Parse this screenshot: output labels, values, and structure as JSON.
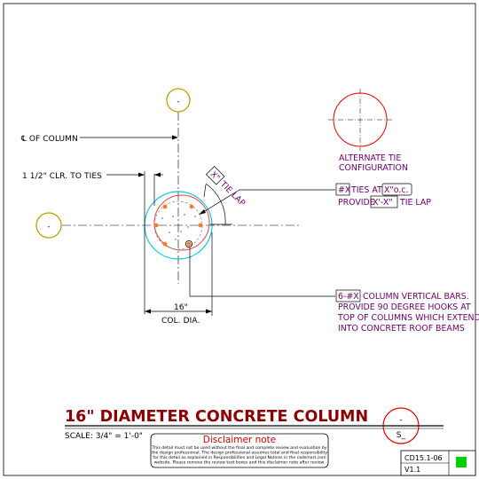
{
  "labels": {
    "centerline": "℄ OF COLUMN",
    "clearance": "1 1/2\" CLR. TO TIES",
    "tie_lap_tag": "X\"",
    "tie_lap_text": "TIE LAP",
    "ties_tag": "#X",
    "ties_at": "TIES AT",
    "spacing_tag": "X\"o.c.",
    "provide": "PROVIDE",
    "lap_tag": "X'-X\"",
    "tie_lap_word": "TIE LAP",
    "alt_tie_1": "ALTERNATE TIE",
    "alt_tie_2": "CONFIGURATION",
    "bars_tag": "6-#X",
    "bars_1": "COLUMN VERTICAL BARS.",
    "bars_2": "PROVIDE 90 DEGREE HOOKS AT",
    "bars_3": "TOP OF COLUMNS WHICH EXTEND",
    "bars_4": "INTO CONCRETE ROOF BEAMS",
    "dia_value": "16\"",
    "dia_label": "COL. DIA.",
    "grid_top": "-",
    "grid_left": "-"
  },
  "title_block": {
    "title": "16\" DIAMETER CONCRETE COLUMN",
    "scale": "SCALE: 3/4\" = 1'-0\"",
    "section_top": "-",
    "section_bottom": "S_",
    "disclaimer_title": "Disclaimer note",
    "disclaimer_lines": [
      "This detail must not be used without the final and complete review and evaluation by",
      "the design professional. The design professional assumes total and final responsibility",
      "for this detail as explained in Responsibilities and Legal Notices in the cadsmart.com",
      "website. Please remove the review text boxes and this disclaimer note after review."
    ],
    "detail_number": "CD15.1-06",
    "version": "V1.1"
  },
  "colors": {
    "title": "#8b0000",
    "annotation": "#6a006a",
    "grid_bubble": "#b5a400",
    "column_outline": "#00c8d8",
    "tie": "#e04040",
    "rebar": "#ff7a2a",
    "alt_tie": "#e00000",
    "status": "#00d000"
  }
}
